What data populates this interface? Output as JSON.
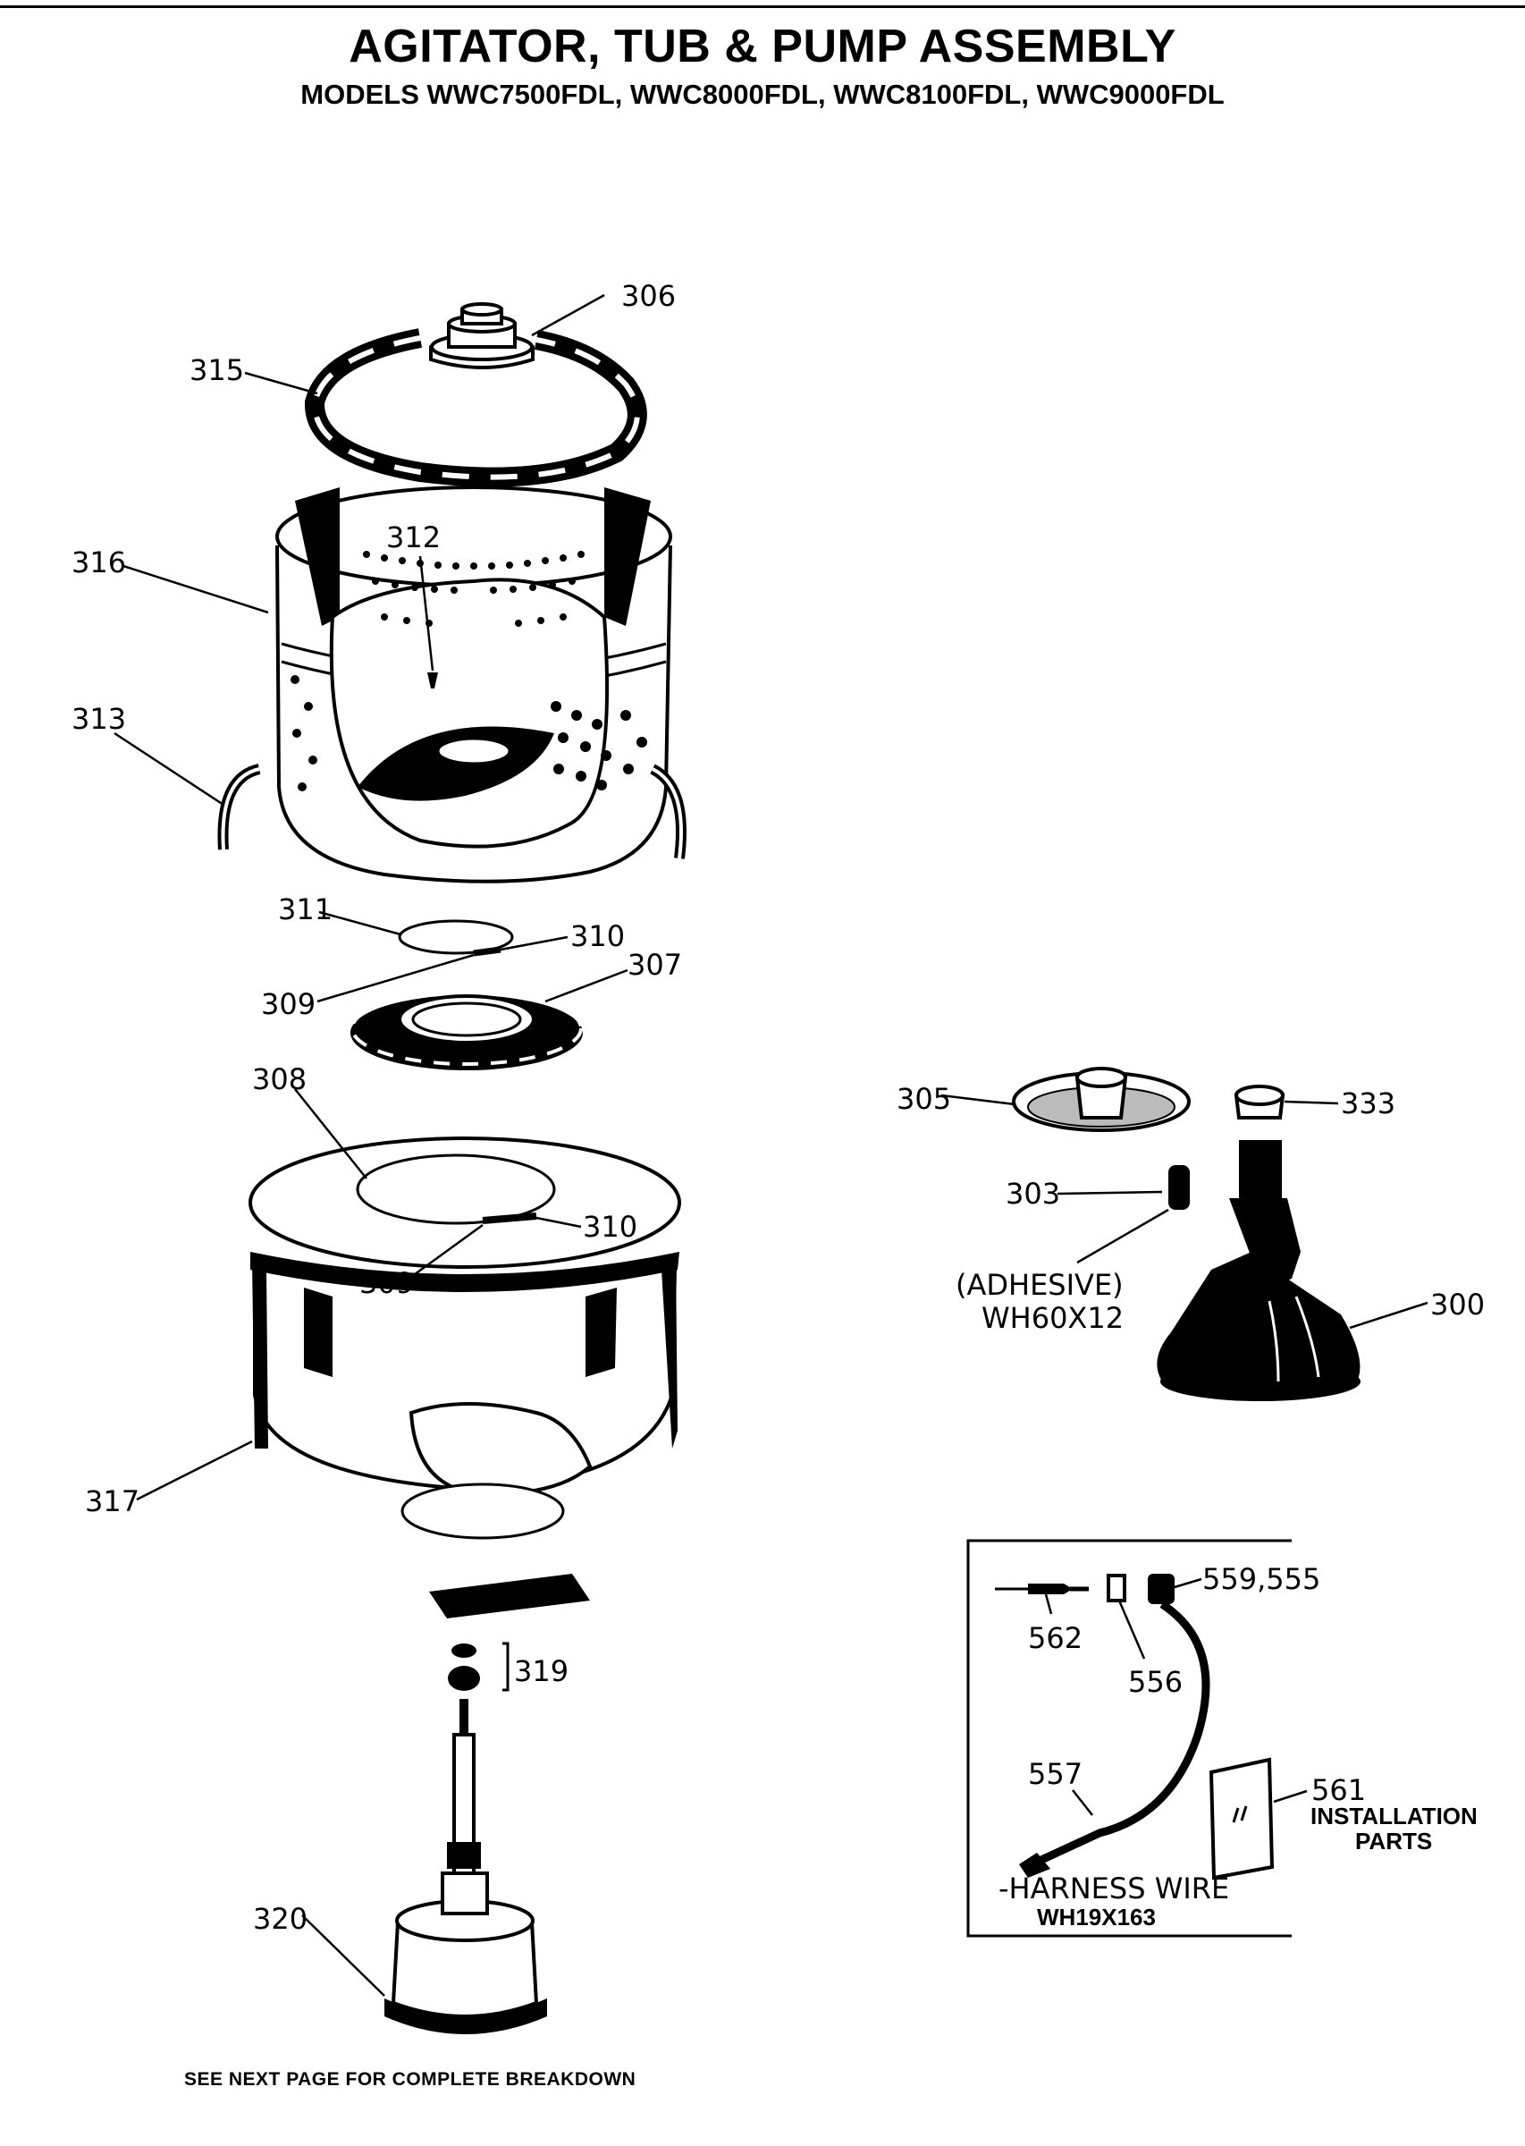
{
  "header": {
    "title": "AGITATOR, TUB & PUMP ASSEMBLY",
    "models": "MODELS WWC7500FDL, WWC8000FDL, WWC8100FDL, WWC9000FDL"
  },
  "callouts": {
    "p306": "306",
    "p315": "315",
    "p312": "312",
    "p316": "316",
    "p313": "313",
    "p311": "311",
    "p310a": "310",
    "p309a": "309",
    "p307": "307",
    "p308": "308",
    "p310b": "310",
    "p309b": "309",
    "p317": "317",
    "p319": "319",
    "p320": "320",
    "p305": "305",
    "p333": "333",
    "p303": "303",
    "p300": "300",
    "p559_555": "559,555",
    "p562": "562",
    "p556": "556",
    "p557": "557",
    "p561": "561"
  },
  "notes": {
    "adhesive": "(ADHESIVE)",
    "adhesive_part": "WH60X12",
    "installation_line1": "INSTALLATION",
    "installation_line2": "PARTS",
    "harness_line1": "-HARNESS WIRE",
    "harness_line2": "WH19X163",
    "footnote": "SEE NEXT PAGE FOR COMPLETE BREAKDOWN"
  }
}
